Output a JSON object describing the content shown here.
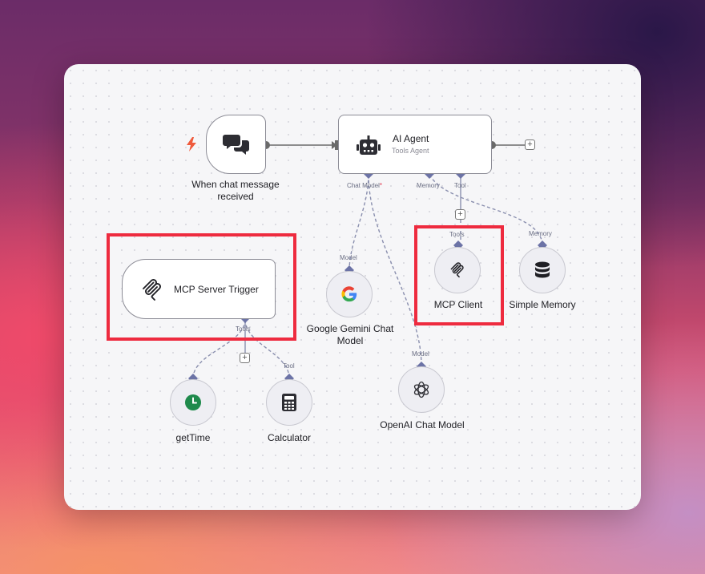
{
  "workflow": {
    "nodes": {
      "chat_trigger": {
        "label": "When chat message received",
        "icon": "chat-bubbles-icon",
        "trigger_icon": "lightning-icon"
      },
      "ai_agent": {
        "title": "AI Agent",
        "subtitle": "Tools Agent",
        "icon": "robot-icon",
        "ports": {
          "chat_model": "Chat Model",
          "required_mark": "*",
          "memory": "Memory",
          "tool": "Tool"
        }
      },
      "mcp_server_trigger": {
        "label": "MCP Server Trigger",
        "icon": "mcp-icon",
        "port": "Tools"
      },
      "google_gemini": {
        "label": "Google Gemini Chat Model",
        "icon": "google-icon",
        "port": "Model"
      },
      "mcp_client": {
        "label": "MCP Client",
        "icon": "mcp-icon",
        "port": "Tools"
      },
      "simple_memory": {
        "label": "Simple Memory",
        "icon": "database-icon",
        "port": "Memory"
      },
      "openai_chat": {
        "label": "OpenAI Chat Model",
        "icon": "openai-icon",
        "port": "Model"
      },
      "get_time": {
        "label": "getTime",
        "icon": "clock-icon"
      },
      "calculator": {
        "label": "Calculator",
        "icon": "calculator-icon",
        "port": "Tool"
      }
    },
    "add_button": "+",
    "colors": {
      "highlight": "#ee2b3f",
      "port": "#6c73a6",
      "wire": "#8a8fae",
      "main_wire": "#6a6a6a",
      "trigger": "#ef5a3c"
    }
  }
}
